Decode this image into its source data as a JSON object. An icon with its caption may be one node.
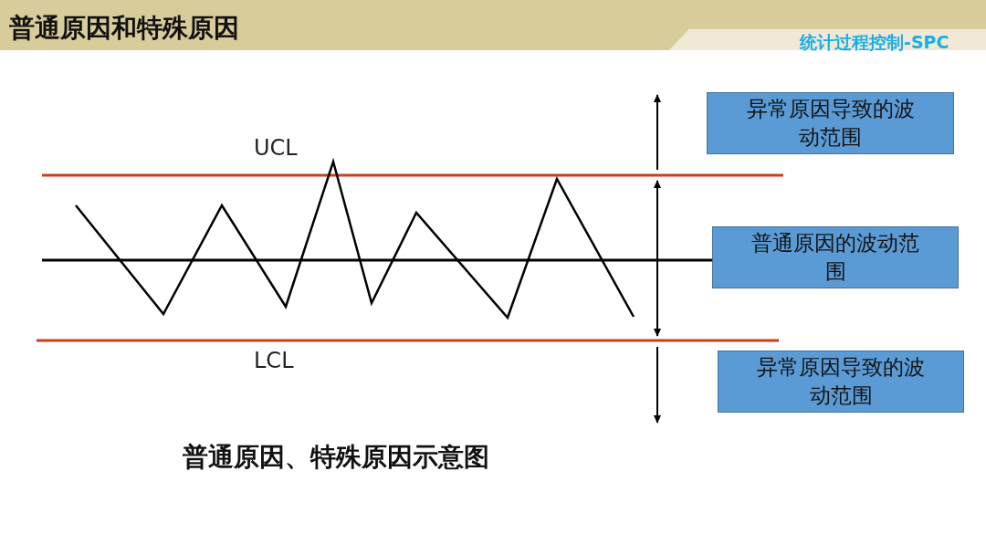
{
  "diagram": {
    "title": "普通原因和特殊原因",
    "caption": "普通原因、特殊原因示意图",
    "nodes": [
      {
        "text": [
          "异常原因导致的波动范围"
        ]
      },
      {
        "text": [
          "普通原因的波动范围"
        ]
      },
      {
        "text": [
          "异常原因导致的波动范围"
        ]
      }
    ],
    "edges": [],
    "labels": [
      "统计过程控制-SPC",
      "UCL",
      "LCL"
    ]
  }
}
